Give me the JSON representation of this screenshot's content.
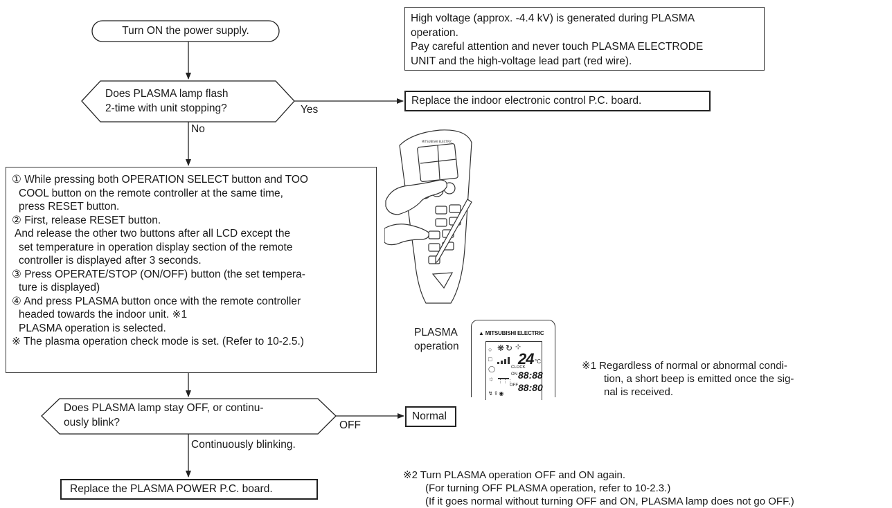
{
  "start": {
    "label": "Turn ON the power supply."
  },
  "warning": {
    "lines": [
      "High voltage (approx. -4.4 kV) is generated during PLASMA",
      "operation.",
      "Pay careful attention and never touch PLASMA ELECTRODE",
      "UNIT and the high-voltage lead part (red wire)."
    ]
  },
  "decision1": {
    "lines": [
      "Does PLASMA lamp flash",
      "2-time with unit stopping?"
    ],
    "yes_label": "Yes",
    "no_label": "No"
  },
  "action_replace_indoor": "Replace the indoor electronic control P.C. board.",
  "steps": {
    "lines": [
      "① While pressing both OPERATION SELECT button and TOO",
      "COOL button on the remote controller at the same time,",
      "press RESET button.",
      "② First, release RESET button.",
      "And release the other two buttons after all LCD except the",
      "set temperature in operation display section of the remote",
      "controller is displayed after 3 seconds.",
      "③ Press OPERATE/STOP (ON/OFF) button (the set tempera-",
      "ture is displayed)",
      "④ And press PLASMA button once with the remote controller",
      "headed towards the indoor unit. ※1",
      "PLASMA operation is selected.",
      "※ The plasma operation check mode is set. (Refer to 10-2.5.)"
    ]
  },
  "decision2": {
    "lines": [
      "Does PLASMA lamp stay OFF, or continu-",
      "ously blink?"
    ],
    "off_label": "OFF",
    "blink_label": "Continuously blinking."
  },
  "normal_label": "Normal",
  "action_replace_power": "Replace the PLASMA POWER P.C. board.",
  "remote": {
    "brand": "MITSUBISHI ELECTRIC",
    "plasma_caption_lines": [
      "PLASMA",
      "operation"
    ],
    "display": {
      "temp": "24",
      "unit": "°C",
      "clock_label": "CLOCK",
      "on_label": "ON",
      "off_label": "OFF",
      "time1": "88:88",
      "time2": "88:80"
    }
  },
  "note1": {
    "lines": [
      "※1 Regardless of normal or abnormal condi-",
      "tion, a short beep is emitted once the sig-",
      "nal is received."
    ]
  },
  "note2": {
    "lines": [
      "※2  Turn PLASMA operation OFF and ON again.",
      "(For turning OFF PLASMA operation, refer to 10-2.3.)",
      "(If it goes normal without turning OFF and ON, PLASMA lamp does not go OFF.)"
    ]
  }
}
